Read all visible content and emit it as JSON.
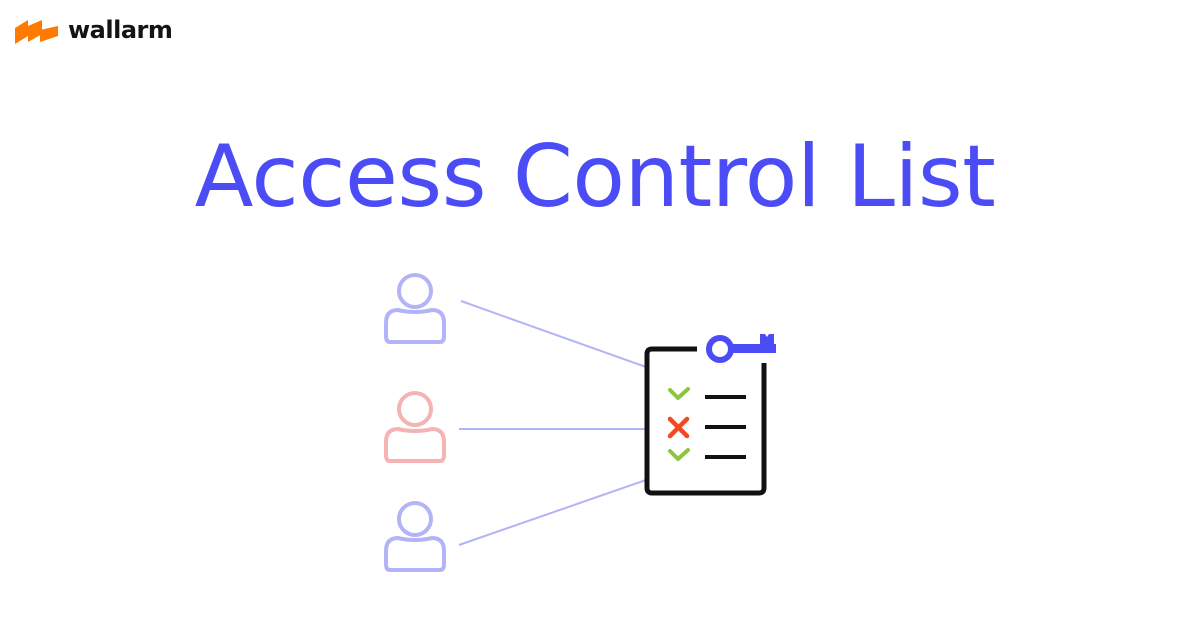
{
  "brand": {
    "name": "wallarm",
    "logo_icon": "wallarm-logo-mark",
    "logo_color": "#ff7a00"
  },
  "title": "Access Control List",
  "colors": {
    "title": "#4b4cf5",
    "user_allowed": "#b3b3f7",
    "user_denied": "#f5b3b3",
    "connector": "#b3b3f7",
    "document_outline": "#111111",
    "key": "#4b4cf5",
    "check": "#8cc63f",
    "cross": "#f04a23"
  },
  "diagram": {
    "users": [
      {
        "icon": "user-icon",
        "status": "allowed"
      },
      {
        "icon": "user-icon",
        "status": "denied"
      },
      {
        "icon": "user-icon",
        "status": "allowed"
      }
    ],
    "document": {
      "icon": "acl-document-icon",
      "key_icon": "key-icon",
      "entries": [
        {
          "mark": "check-icon",
          "status": "allowed"
        },
        {
          "mark": "cross-icon",
          "status": "denied"
        },
        {
          "mark": "check-icon",
          "status": "allowed"
        }
      ]
    }
  }
}
